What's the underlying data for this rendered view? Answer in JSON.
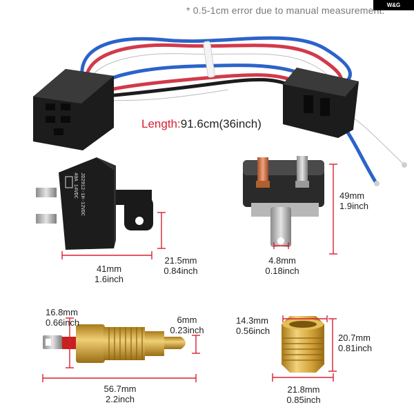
{
  "note": "* 0.5-1cm error due to manual measurement.",
  "logo": "W&G",
  "length": {
    "label": "Length:",
    "value": "91.6cm(36inch)"
  },
  "relay": {
    "label_lines": [
      "JD2912-1H-12VDC",
      "40A 14VDC"
    ],
    "width_mm": "41mm",
    "width_in": "1.6inch",
    "height_mm": "21.5mm",
    "height_in": "0.84inch"
  },
  "breaker": {
    "height_mm": "49mm",
    "height_in": "1.9inch",
    "tab_mm": "4.8mm",
    "tab_in": "0.18inch"
  },
  "sensor": {
    "dia_mm": "16.8mm",
    "dia_in": "0.66inch",
    "tip_mm": "6mm",
    "tip_in": "0.23inch",
    "len_mm": "56.7mm",
    "len_in": "2.2inch"
  },
  "adapter": {
    "inner_mm": "14.3mm",
    "inner_in": "0.56inch",
    "height_mm": "20.7mm",
    "height_in": "0.81inch",
    "width_mm": "21.8mm",
    "width_in": "0.85inch"
  },
  "colors": {
    "dimension_line": "#d72030",
    "brass": "#d8a93a",
    "plastic": "#1c1c1c",
    "wire_blue": "#2b63c9",
    "wire_red": "#d23a4a"
  }
}
